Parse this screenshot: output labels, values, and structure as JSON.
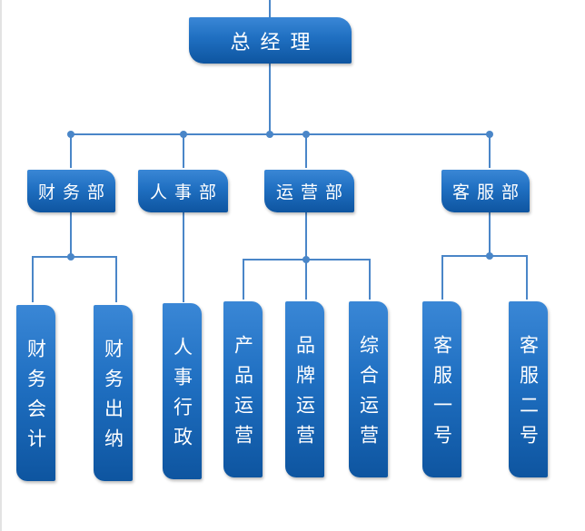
{
  "org_chart": {
    "root": "总经理",
    "departments": [
      {
        "name": "财务部",
        "children": [
          "财务会计",
          "财务出纳"
        ]
      },
      {
        "name": "人事部",
        "children": [
          "人事行政"
        ]
      },
      {
        "name": "运营部",
        "children": [
          "产品运营",
          "品牌运营",
          "综合运营"
        ]
      },
      {
        "name": "客服部",
        "children": [
          "客服一号",
          "客服二号"
        ]
      }
    ]
  },
  "colors": {
    "box_top": "#3a87d6",
    "box_bottom": "#0e55a0",
    "connector": "#4a86c8",
    "text": "#ffffff"
  }
}
